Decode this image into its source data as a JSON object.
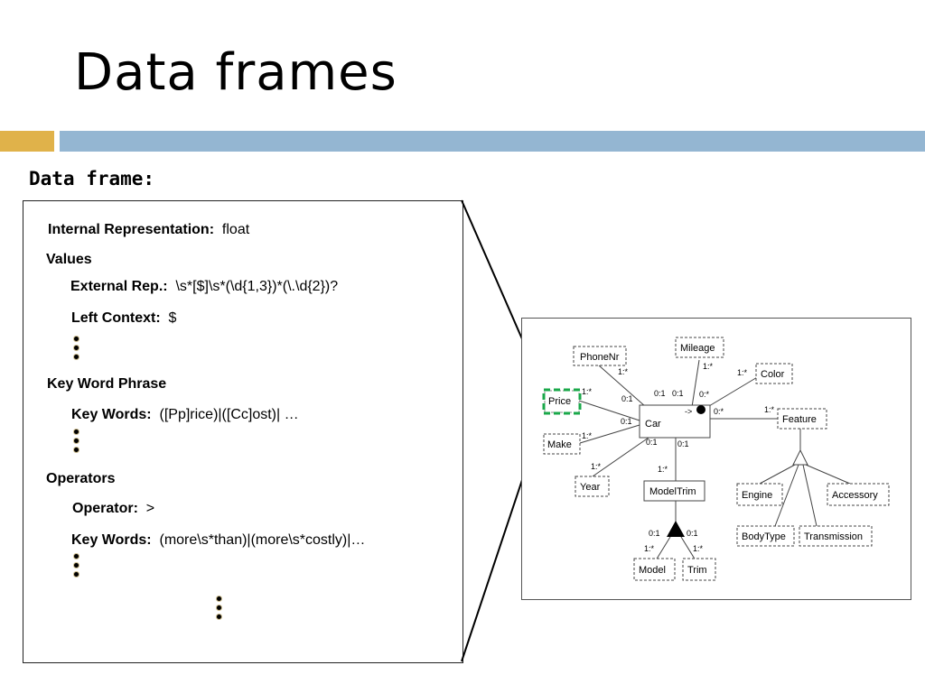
{
  "slide": {
    "title": "Data frames",
    "subtitle": "Data frame:"
  },
  "frame": {
    "internal_rep_label": "Internal Representation:",
    "internal_rep_value": "float",
    "values_heading": "Values",
    "external_rep_label": "External Rep.:",
    "external_rep_value": "\\s*[$]\\s*(\\d{1,3})*(\\.\\d{2})?",
    "left_context_label": "Left Context:",
    "left_context_value": "$",
    "keyword_phrase_heading": "Key Word Phrase",
    "keywords_label": "Key Words:",
    "keywords_value": "([Pp]rice)|([Cc]ost)| …",
    "operators_heading": "Operators",
    "operator_label": "Operator:",
    "operator_value": ">",
    "op_keywords_label": "Key Words:",
    "op_keywords_value": "(more\\s*than)|(more\\s*costly)|…"
  },
  "diagram": {
    "highlight_color": "#1aa84a",
    "nodes": {
      "car": "Car",
      "phonenr": "PhoneNr",
      "mileage": "Mileage",
      "color": "Color",
      "price": "Price",
      "feature": "Feature",
      "make": "Make",
      "year": "Year",
      "modeltrim": "ModelTrim",
      "engine": "Engine",
      "accessory": "Accessory",
      "bodytype": "BodyType",
      "transmission": "Transmission",
      "model": "Model",
      "trim": "Trim"
    },
    "cardinalities": {
      "phonenr_side": "1:*",
      "phonenr_car": "0:1",
      "mileage_side": "1:*",
      "mileage_car": "0:1",
      "color_side": "1:*",
      "color_car": "0:*",
      "price_side": "1:*",
      "price_car": "0:1",
      "feature_side": "1:*",
      "feature_car": "0:*",
      "make_side": "1:*",
      "make_car": "0:1",
      "year_side": "1:*",
      "year_car": "0:1",
      "modeltrim_car": "0:1",
      "modeltrim_side": "1:*",
      "model_top": "0:1",
      "trim_top": "0:1",
      "model_side": "1:*",
      "trim_side": "1:*",
      "car_arrow": "->"
    }
  }
}
